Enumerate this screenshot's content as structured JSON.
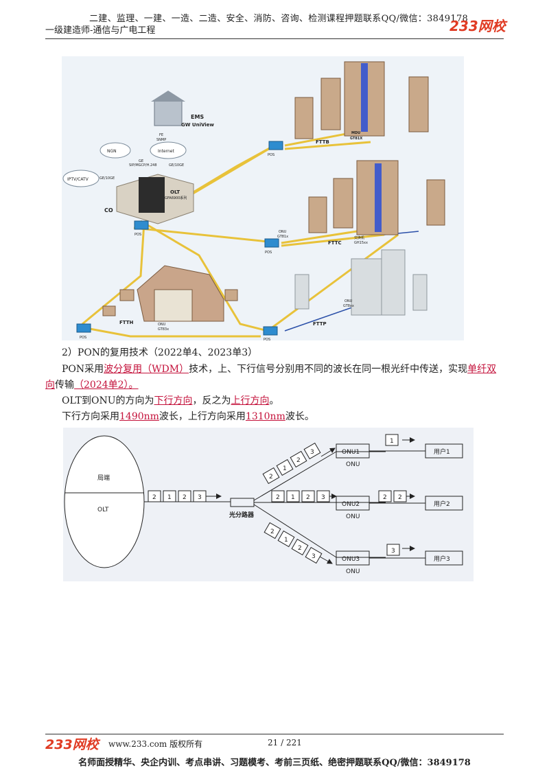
{
  "header": {
    "line1": "二建、监理、一建、一造、二造、安全、消防、咨询、检测课程押题联系QQ/微信：3849178",
    "line2": "一级建造师-通信与广电工程",
    "logo": "233网校"
  },
  "figure1": {
    "labels": {
      "ems": "EMS",
      "ems_sub": "GW UniView",
      "fe": "FE",
      "snmp": "SNMP",
      "ngn": "NGN",
      "internet": "Internet",
      "ge1": "GE",
      "sip": "SIP/MGCP/H.248",
      "ge2": "GE/10GE",
      "iptv": "IPTV/CATV",
      "ge3": "GE/10GE",
      "olt": "OLT",
      "olt_sub": "GFA6900系列",
      "co": "CO",
      "pos": "POS",
      "fttb": "FTTB",
      "mdu": "MDU",
      "mdu_sub": "GT81X",
      "onu": "ONU",
      "onu_sub": "GT81x",
      "fttc": "FTTC",
      "switch": "交换机",
      "switch_sub": "GH15xx",
      "ftth": "FTTH",
      "home_onu": "ONU",
      "home_onu_sub": "GT83x",
      "fttp": "FTTP",
      "fttp_onu": "ONU",
      "fttp_onu_sub": "GT8xx"
    }
  },
  "body": {
    "heading": "2）PON的复用技术（2022单4、2023单3）",
    "p1_a": "PON采用",
    "p1_hl1": "波分复用（WDM）",
    "p1_b": "技术，上、下行信号分别用不同的波长在同一根光纤中传送，实现",
    "p1_hl2": "单纤双",
    "p1_hl3": "向",
    "p1_c": "传输",
    "p1_hl4": "（2024单2）。",
    "p2_a": "OLT到ONU的方向为",
    "p2_hl1": "下行方向",
    "p2_b": "，反之为",
    "p2_hl2": "上行方向",
    "p2_c": "。",
    "p3_a": "下行方向采用",
    "p3_hl1": "1490nm",
    "p3_b": "波长，上行方向采用",
    "p3_hl2": "1310nm",
    "p3_c": "波长。"
  },
  "figure2": {
    "office": "局端",
    "olt": "OLT",
    "splitter": "光分路器",
    "onu1": "ONU1",
    "onu2": "ONU2",
    "onu3": "ONU3",
    "onu": "ONU",
    "user1": "用户1",
    "user2": "用户2",
    "user3": "用户3",
    "n1": "1",
    "n2": "2",
    "n3": "3"
  },
  "footer": {
    "logo": "233网校",
    "copyright": "www.233.com 版权所有",
    "page": "21 / 221",
    "bottom": "名师面授精华、央企内训、考点串讲、习题模考、考前三页纸、绝密押题联系QQ/微信：3849178"
  }
}
